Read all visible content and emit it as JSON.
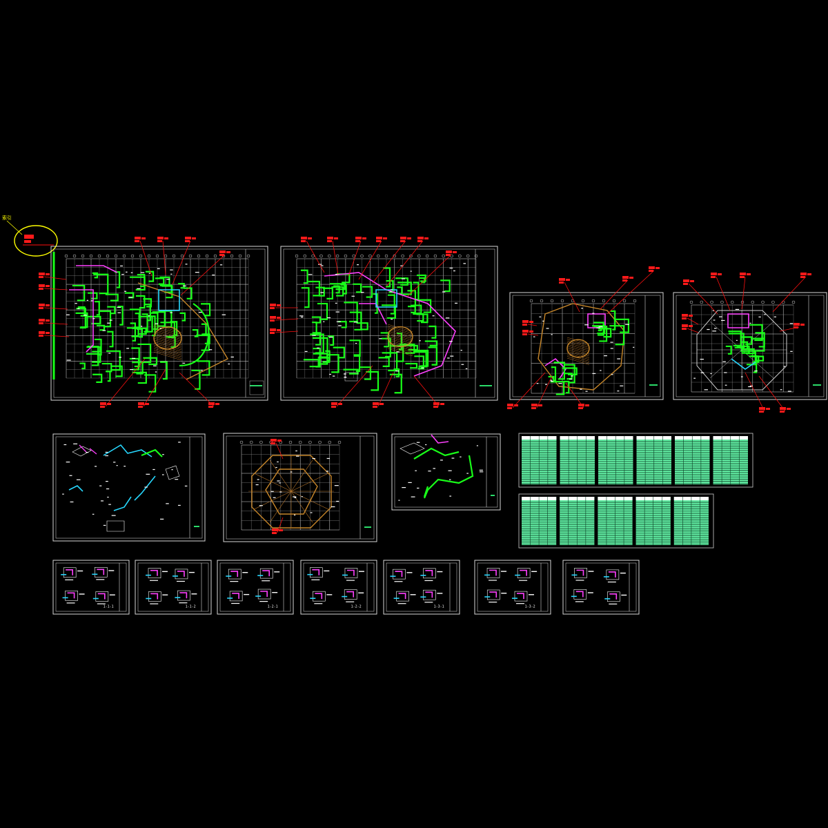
{
  "viewer": {
    "background": "#000000",
    "marker": {
      "label": "索引",
      "color": "#ffff00"
    }
  },
  "colors": {
    "frame": "#d8d8d8",
    "grid": "#9a9a9a",
    "pipe_green": "#19ff19",
    "pipe_magenta": "#ff40ff",
    "pipe_orange": "#c8872a",
    "pipe_cyan": "#27d8ff",
    "annotation_red": "#ff1a1a",
    "table_fill": "#5fe8a0"
  },
  "sheets": {
    "floor_plans": [
      "floor-plan-1",
      "floor-plan-2",
      "floor-plan-3",
      "floor-plan-4"
    ],
    "row2": [
      "axonometric-1",
      "roof-plan",
      "axonometric-2"
    ],
    "tables_row1": 6,
    "tables_row2": 5,
    "details": [
      {
        "label": "1-1-1"
      },
      {
        "label": "1-1-2"
      },
      {
        "label": "1-2-1"
      },
      {
        "label": "1-2-2"
      },
      {
        "label": "1-3-1"
      },
      {
        "label": "1-3-2"
      },
      {
        "label": ""
      }
    ]
  }
}
